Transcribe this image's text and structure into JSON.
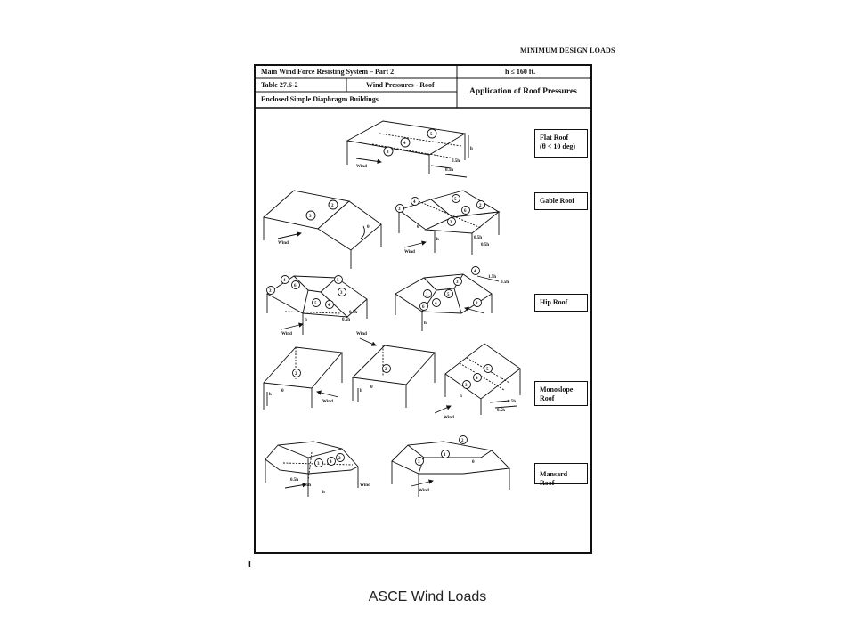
{
  "page": {
    "header_note": "MINIMUM DESIGN LOADS",
    "caption": "ASCE Wind Loads",
    "footnote_mark": "I"
  },
  "table_header": {
    "row1_left": "Main Wind Force Resisting System – Part 2",
    "row1_right": "h ≤ 160 ft.",
    "row2_left": "Table 27.6-2",
    "row2_mid": "Wind Pressures - Roof",
    "row2_right": "Application of Roof Pressures",
    "row3_left": "Enclosed Simple Diaphragm Buildings"
  },
  "roof_types": [
    {
      "label_line1": "Flat Roof",
      "label_line2": "(θ < 10 deg)"
    },
    {
      "label_line1": "Gable Roof",
      "label_line2": ""
    },
    {
      "label_line1": "Hip Roof",
      "label_line2": ""
    },
    {
      "label_line1": "Monoslope",
      "label_line2": "Roof"
    },
    {
      "label_line1": "Mansard Roof",
      "label_line2": ""
    }
  ],
  "diagram_text": {
    "wind": "Wind",
    "h": "h",
    "half_h": "0.5h",
    "one_half_h": "1.5h",
    "theta": "θ",
    "zone_1": "1",
    "zone_2": "2",
    "zone_3": "3",
    "zone_4": "4",
    "zone_5": "5",
    "zone_6": "6"
  },
  "colors": {
    "ink": "#111111",
    "background": "#ffffff",
    "caption": "#222222"
  }
}
